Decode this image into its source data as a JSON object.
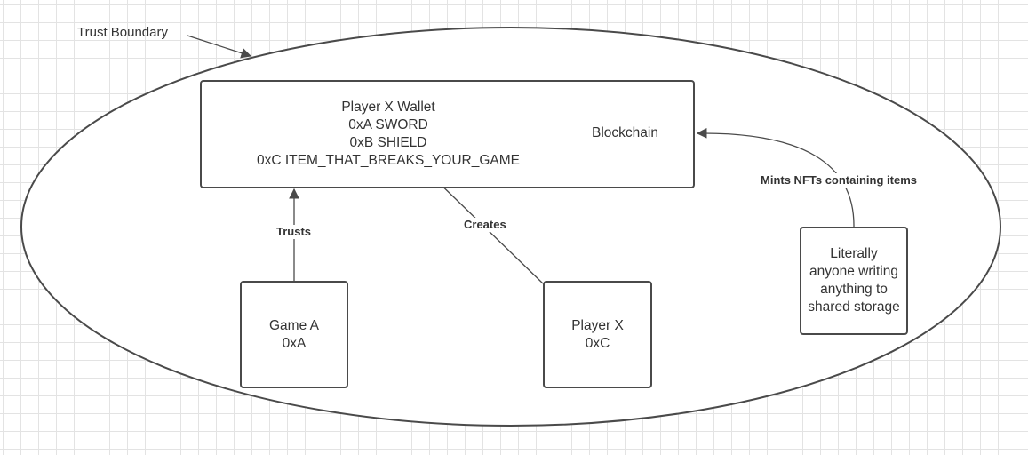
{
  "trust_boundary_label": "Trust Boundary",
  "blockchain": {
    "label": "Blockchain",
    "wallet_lines": [
      "Player X Wallet",
      "0xA SWORD",
      "0xB SHIELD",
      "0xC ITEM_THAT_BREAKS_YOUR_GAME"
    ]
  },
  "game_a": {
    "lines": [
      "Game A",
      "0xA"
    ]
  },
  "player_x": {
    "lines": [
      "Player X",
      "0xC"
    ]
  },
  "anyone": {
    "lines": [
      "Literally",
      "anyone writing",
      "anything to",
      "shared storage"
    ]
  },
  "edges": {
    "trusts": "Trusts",
    "creates": "Creates",
    "mints": "Mints NFTs containing items"
  },
  "colors": {
    "stroke": "#4a4a4a",
    "text": "#333333",
    "grid": "#e3e3e3"
  }
}
